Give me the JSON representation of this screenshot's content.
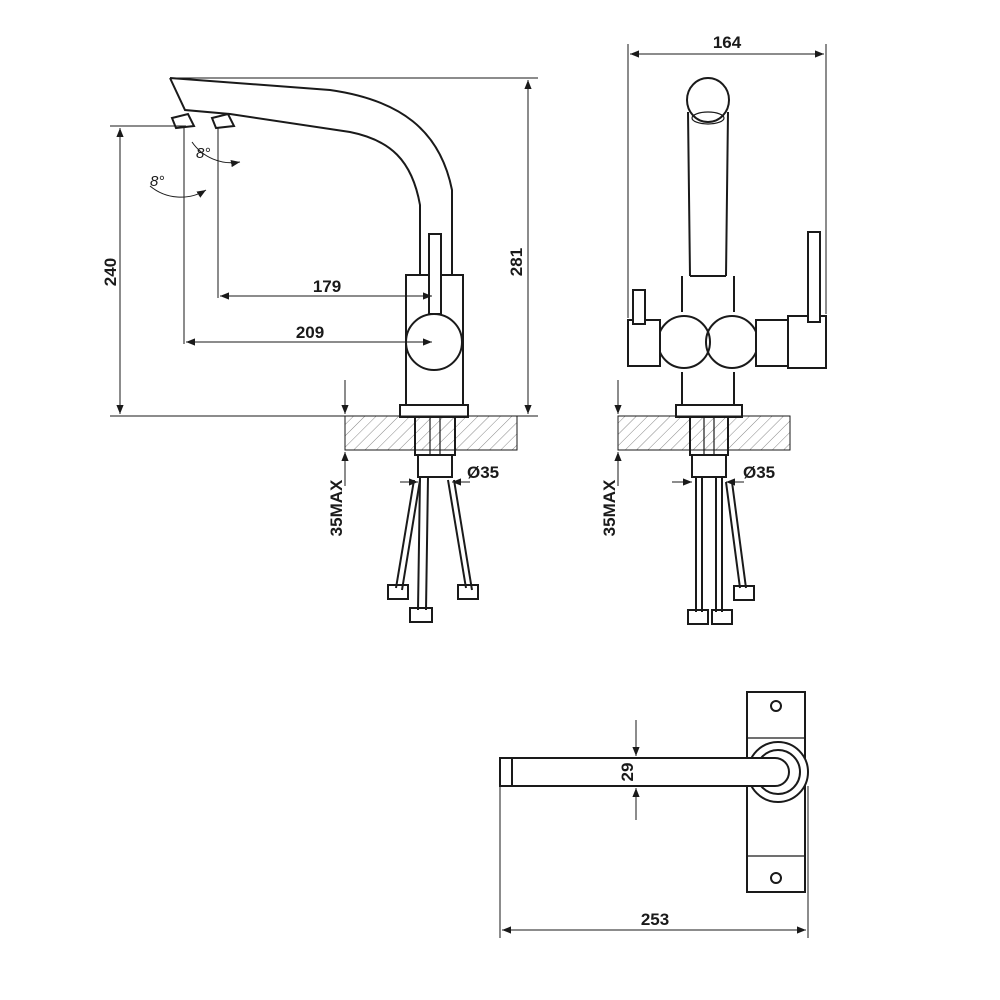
{
  "dimensions": {
    "side_height_total": "281",
    "side_height_spout": "240",
    "reach_short": "179",
    "reach_long": "209",
    "front_width": "164",
    "top_length": "253",
    "top_width": "29",
    "diameter_side": "Ø35",
    "diameter_front": "Ø35",
    "deck_max_side": "35MAX",
    "deck_max_front": "35MAX"
  },
  "angles": {
    "upper": "8°",
    "lower": "8°"
  }
}
